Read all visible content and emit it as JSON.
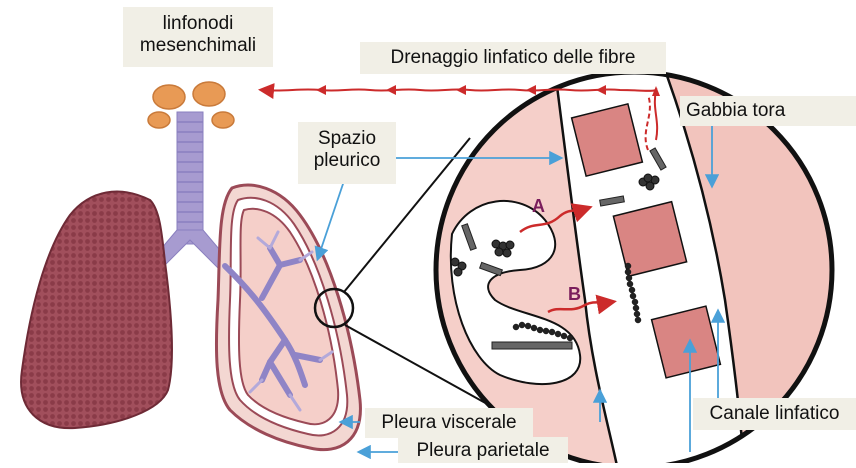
{
  "labels": {
    "lymph_nodes_line1": "linfonodi",
    "lymph_nodes_line2": "mesenchimali",
    "drainage": "Drenaggio linfatico delle fibre",
    "thorax": "Gabbia tora",
    "pleural_space_line1": "Spazio",
    "pleural_space_line2": "pleurico",
    "visceral_pleura": "Pleura viscerale",
    "parietal_pleura": "Pleura parietale",
    "lymph_channel": "Canale linfatico",
    "path_a": "A",
    "path_b": "B"
  },
  "colors": {
    "label_bg": "#f1efe6",
    "lung_dark": "#9b4a57",
    "lung_pink": "#f5cfc9",
    "airway": "#a79bd0",
    "lymph_node": "#e89a55",
    "arrow_red": "#cc2b2b",
    "arrow_blue": "#4aa0d8",
    "rib": "#d98583",
    "path_a_color": "#7a1d5c",
    "path_b_color": "#7a1d5c"
  }
}
